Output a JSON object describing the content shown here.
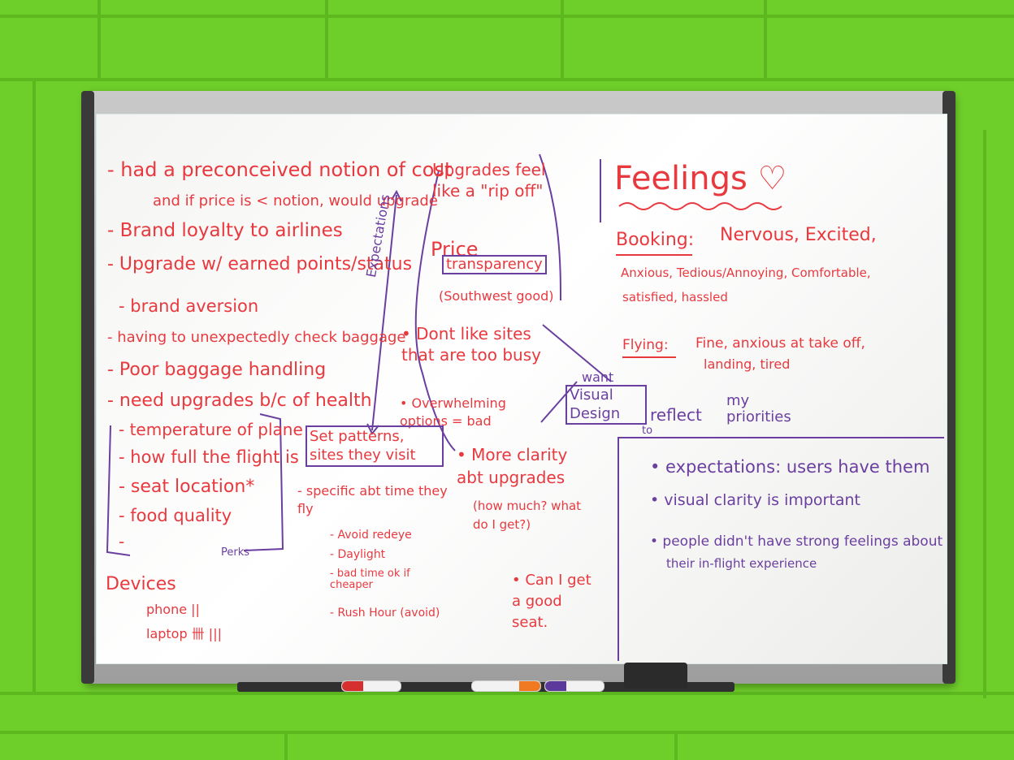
{
  "left_column": {
    "cost_line1": "- had a preconceived notion of cost",
    "cost_line2": "and if price is < notion, would upgrade",
    "brand_loyalty": "- Brand loyalty to airlines",
    "upgrade_points": "- Upgrade w/ earned points/status",
    "brand_aversion": "- brand aversion",
    "baggage_check": "- having to unexpectedly check baggage",
    "baggage_handling": "- Poor baggage handling",
    "upgrades_health": "- need upgrades b/c of health",
    "perks": {
      "items": [
        "- temperature of plane",
        "- how full the flight is",
        "- seat location*",
        "- food quality",
        "-"
      ],
      "label": "Perks"
    },
    "devices": {
      "title": "Devices",
      "phone": "phone ||",
      "laptop": "laptop 卌 |||"
    }
  },
  "middle_column": {
    "expectations_arrow_label": "Expectations",
    "ripoff": "Upgrades feel like a \"rip off\"",
    "price": "Price",
    "transparency": "transparency",
    "southwest": "(Southwest good)",
    "busy_sites": "• Dont like sites that are too busy",
    "overwhelming": "• Overwhelming options = bad",
    "want": "want",
    "visual_design": "Visual Design",
    "to": "to",
    "reflect": "reflect",
    "my_priorities": "my priorities",
    "patterns": "Set patterns, sites they visit",
    "specific_time": "- specific abt time they fly",
    "avoid_redeye": "- Avoid redeye",
    "daylight": "- Daylight",
    "bad_time": "- bad time ok if cheaper",
    "rush_hour": "- Rush Hour (avoid)",
    "clarity": "• More clarity abt upgrades",
    "how_much": "(how much? what do I get?)",
    "good_seat": "• Can I get a good seat."
  },
  "feelings": {
    "title": "Feelings ♡",
    "booking_label": "Booking:",
    "booking_line1": "Nervous, Excited,",
    "booking_line2": "Anxious, Tedious/Annoying, Comfortable,",
    "booking_line3": "satisfied, hassled",
    "flying_label": "Flying:",
    "flying_line1": "Fine, anxious at take off,",
    "flying_line2": "landing, tired"
  },
  "summary": {
    "expectations": "• expectations: users have them",
    "clarity": "• visual clarity is important",
    "feelings_1": "• people didn't have strong feelings about",
    "feelings_2": "their in-flight experience"
  },
  "colors": {
    "wall": "#6fcf2a",
    "red_marker": "#e8393f",
    "purple_marker": "#6b3fa0"
  }
}
